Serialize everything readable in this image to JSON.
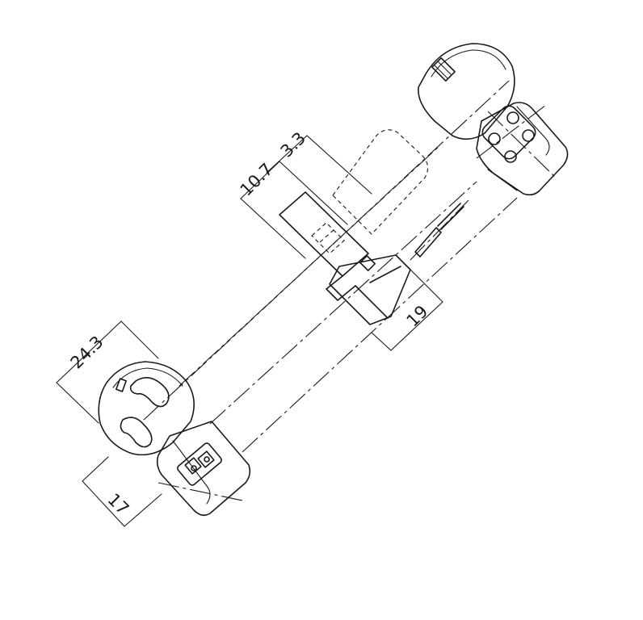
{
  "dimensions": {
    "d_10_7": "10.7",
    "d_3_3": "3.3",
    "d_19": "19",
    "d_24_3": "24.3",
    "d_17": "17"
  },
  "colors": {
    "line": "#1a1a1a",
    "background": "#ffffff"
  }
}
